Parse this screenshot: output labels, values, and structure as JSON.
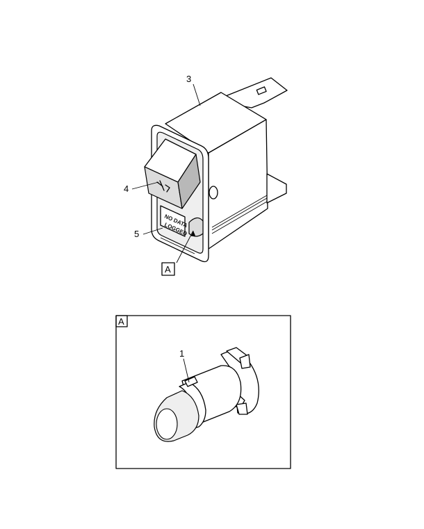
{
  "callouts": {
    "c1": "1",
    "c3": "3",
    "c4": "4",
    "c5": "5"
  },
  "detail": {
    "ref_label": "A",
    "box_label": "A"
  },
  "switch_legend": {
    "line1": "NO DATA",
    "line2": "LOGGED"
  }
}
